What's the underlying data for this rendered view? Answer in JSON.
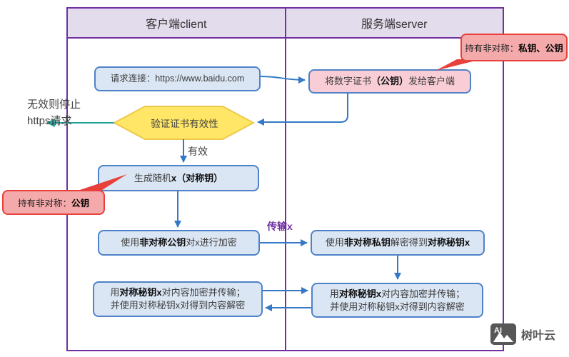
{
  "lanes": {
    "client": "客户端client",
    "server": "服务端server"
  },
  "nodes": {
    "request": {
      "text": "请求连接：https://www.baidu.com"
    },
    "cert": {
      "pre": "将数字证书",
      "bold": "（公钥）",
      "post": "发给客户端"
    },
    "verify": {
      "text": "验证证书有效性"
    },
    "gen": {
      "pre": "生成随机",
      "bold": "x（对称钥）",
      "post": ""
    },
    "encrypt": {
      "pre": "使用",
      "bold": "非对称公钥",
      "post": "对x进行加密"
    },
    "decrypt": {
      "pre": "使用",
      "b1": "非对称私钥",
      "mid": "解密得到",
      "b2": "对称秘钥x",
      "post": ""
    },
    "client_comm": {
      "l1_pre": "用",
      "l1_bold": "对称秘钥x",
      "l1_post": "对内容加密并传输；",
      "l2": "并使用对称秘钥x对得到内容解密"
    },
    "server_comm": {
      "l1_pre": "用",
      "l1_bold": "对称秘钥x",
      "l1_post": "对内容加密并传输；",
      "l2": "并使用对称秘钥x对得到内容解密"
    }
  },
  "callouts": {
    "server_keys": {
      "pre": "持有非对称：",
      "bold": "私钥、公钥"
    },
    "client_key": {
      "pre": "持有非对称：",
      "bold": "公钥"
    }
  },
  "labels": {
    "invalid_line1": "无效则停止",
    "invalid_line2": "https请求",
    "valid": "有效",
    "transmit": "传输x"
  },
  "watermark": {
    "logo_text": "AI",
    "name": "树叶云"
  },
  "colors": {
    "lane_border": "#7030A0",
    "lane_header_fill": "#E3DCEC",
    "node_border": "#4F82C8",
    "node_fill_blue": "#DBE6F4",
    "node_fill_pink": "#F8CDD6",
    "callout_fill": "#F4A9AB",
    "callout_border": "#E8403A",
    "hexagon_fill": "#FFE666",
    "hexagon_border": "#EDC94B",
    "arrow_blue": "#3579C6",
    "arrow_teal": "#21A19A",
    "transmit_label": "#7030A0",
    "watermark_gray": "#595959"
  }
}
